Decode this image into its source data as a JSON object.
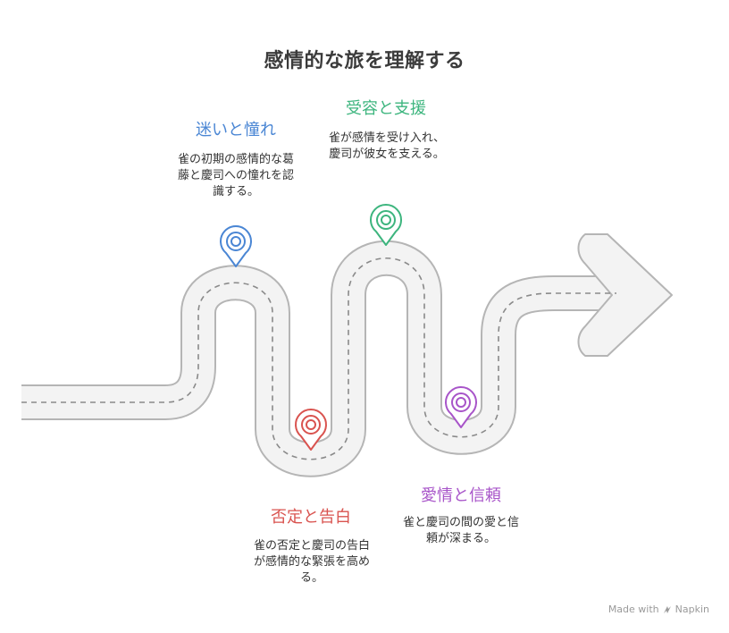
{
  "title": "感情的な旅を理解する",
  "stages": [
    {
      "id": "stage1",
      "title": "迷いと憧れ",
      "description": "雀の初期の感情的な葛藤と慶司への憧れを認識する。",
      "color": "#4a86d4"
    },
    {
      "id": "stage2",
      "title": "否定と告白",
      "description": "雀の否定と慶司の告白が感情的な緊張を高める。",
      "color": "#d9534f"
    },
    {
      "id": "stage3",
      "title": "受容と支援",
      "description": "雀が感情を受け入れ、慶司が彼女を支える。",
      "color": "#3db57e"
    },
    {
      "id": "stage4",
      "title": "愛情と信頼",
      "description": "雀と慶司の間の愛と信頼が深まる。",
      "color": "#a855c9"
    }
  ],
  "footer": {
    "made_with": "Made with",
    "brand": "Napkin"
  }
}
